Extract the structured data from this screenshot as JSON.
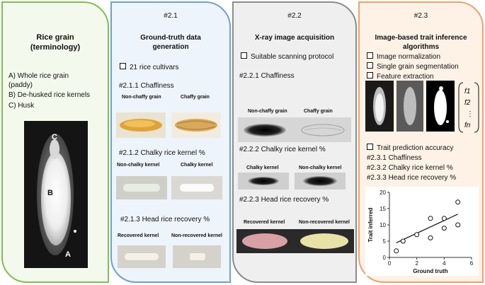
{
  "panel1": {
    "title_line1": "Rice grain",
    "title_line2": "(terminology)",
    "items": [
      "A) Whole rice grain",
      "(paddy)",
      "B) De-husked rice kernels",
      "C) Husk"
    ],
    "image_labels": {
      "a": "A",
      "b": "B",
      "c": "C"
    }
  },
  "panel2": {
    "number": "#2.1",
    "title_line1": "Ground-truth data",
    "title_line2": "generation",
    "bullet": "21 rice cultivars",
    "sec1": "#2.1.1 Chaffiness",
    "sec1_cap_left": "Non-chaffy grain",
    "sec1_cap_right": "Chaffy grain",
    "sec2": "#2.1.2 Chalky rice kernel %",
    "sec2_cap_left": "Non-chalky kernel",
    "sec2_cap_right": "Chalky kernel",
    "sec3": "#2.1.3 Head rice recovery %",
    "sec3_cap_left": "Recovered kernel",
    "sec3_cap_right": "Non-recovered kernel"
  },
  "panel3": {
    "number": "#2.2",
    "title": "X-ray image acquisition",
    "bullet": "Suitable scanning protocol",
    "sec1": "#2.2.1  Chaffiness",
    "sec1_cap_left": "Non-chaffy grain",
    "sec1_cap_right": "Chaffy grain",
    "sec2": "#2.2.2  Chalky rice kernel %",
    "sec2_cap_left": "Chalky kernel",
    "sec2_cap_right": "Non-chalky kernel",
    "sec3": "#2.2.3  Head rice recovery %",
    "sec3_cap_left": "Recovered kernel",
    "sec3_cap_right": "Non-recovered kernel"
  },
  "panel4": {
    "number": "#2.3",
    "title_line1": "Image-based trait inference",
    "title_line2": "algorithms",
    "bullets": [
      "Image normalization",
      "Single grain segmentation",
      "Feature extraction"
    ],
    "features": [
      "f1",
      "f2",
      "⋮",
      "fn"
    ],
    "accuracy_title": "Trait prediction accuracy",
    "accuracy_items": [
      "#2.3.1   Chaffiness",
      "#2.3.2   Chalky rice kernel %",
      "#2.3.3   Head rice recovery %"
    ]
  },
  "chart_data": {
    "type": "scatter",
    "xlabel": "Ground truth",
    "ylabel": "Trait inferred",
    "xlim": [
      0,
      6
    ],
    "ylim": [
      0,
      20
    ],
    "xticks": [
      0,
      2,
      4,
      6
    ],
    "yticks": [
      0,
      5,
      10,
      15,
      20
    ],
    "points": [
      {
        "x": 0.5,
        "y": 2
      },
      {
        "x": 1.0,
        "y": 5
      },
      {
        "x": 2.0,
        "y": 7
      },
      {
        "x": 3.0,
        "y": 12
      },
      {
        "x": 3.0,
        "y": 6
      },
      {
        "x": 4.0,
        "y": 12
      },
      {
        "x": 4.0,
        "y": 9
      },
      {
        "x": 5.0,
        "y": 17
      },
      {
        "x": 5.0,
        "y": 10
      }
    ],
    "trendline": {
      "x": [
        0.5,
        5.0
      ],
      "y": [
        4.5,
        13.3
      ]
    },
    "grid": false
  }
}
